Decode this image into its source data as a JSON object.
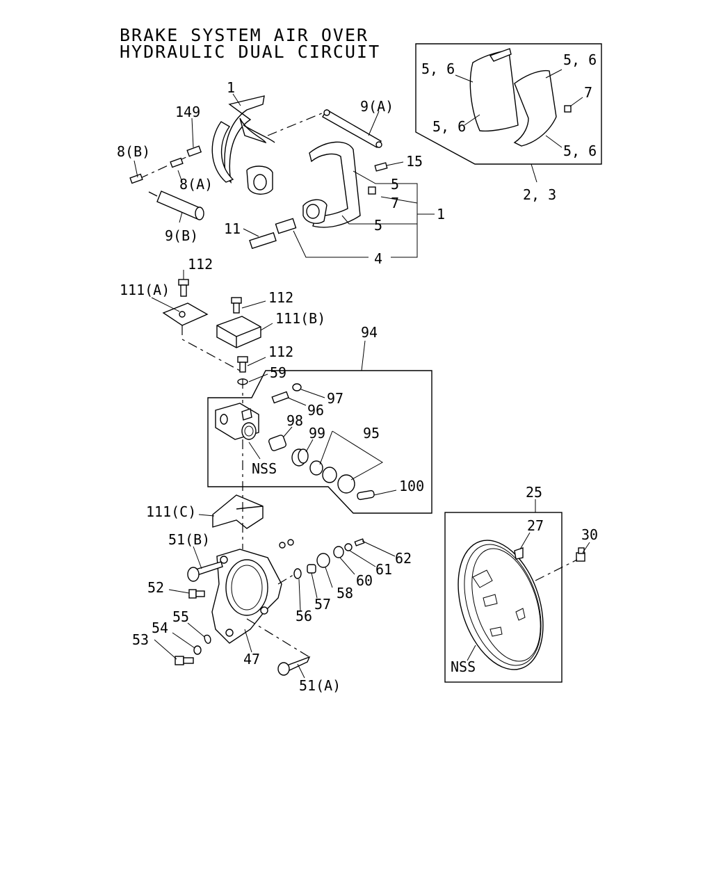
{
  "title": {
    "line1": "BRAKE SYSTEM AIR OVER",
    "line2": "HYDRAULIC DUAL CIRCUIT"
  },
  "labels": {
    "l1_top": "1",
    "l149": "149",
    "l9a": "9(A)",
    "l8b": "8(B)",
    "l8a": "8(A)",
    "l9b": "9(B)",
    "l15": "15",
    "l5_a": "5",
    "l7_a": "7",
    "l1_right": "1",
    "l5_b": "5",
    "l11": "11",
    "l4": "4",
    "l56_tl": "5, 6",
    "l56_bl": "5, 6",
    "l56_tr": "5, 6",
    "l56_br": "5, 6",
    "l7_b": "7",
    "l23": "2, 3",
    "l112_a": "112",
    "l111a": "111(A)",
    "l112_b": "112",
    "l111b": "111(B)",
    "l94": "94",
    "l112_c": "112",
    "l59": "59",
    "l97": "97",
    "l96": "96",
    "l98": "98",
    "l99": "99",
    "l95": "95",
    "nss_a": "NSS",
    "l100": "100",
    "l111c": "111(C)",
    "l51b": "51(B)",
    "l52": "52",
    "l55": "55",
    "l54": "54",
    "l53": "53",
    "l47": "47",
    "l56": "56",
    "l57": "57",
    "l58": "58",
    "l60": "60",
    "l61": "61",
    "l62": "62",
    "l51a": "51(A)",
    "l25": "25",
    "l27": "27",
    "l30": "30",
    "nss_b": "NSS"
  }
}
